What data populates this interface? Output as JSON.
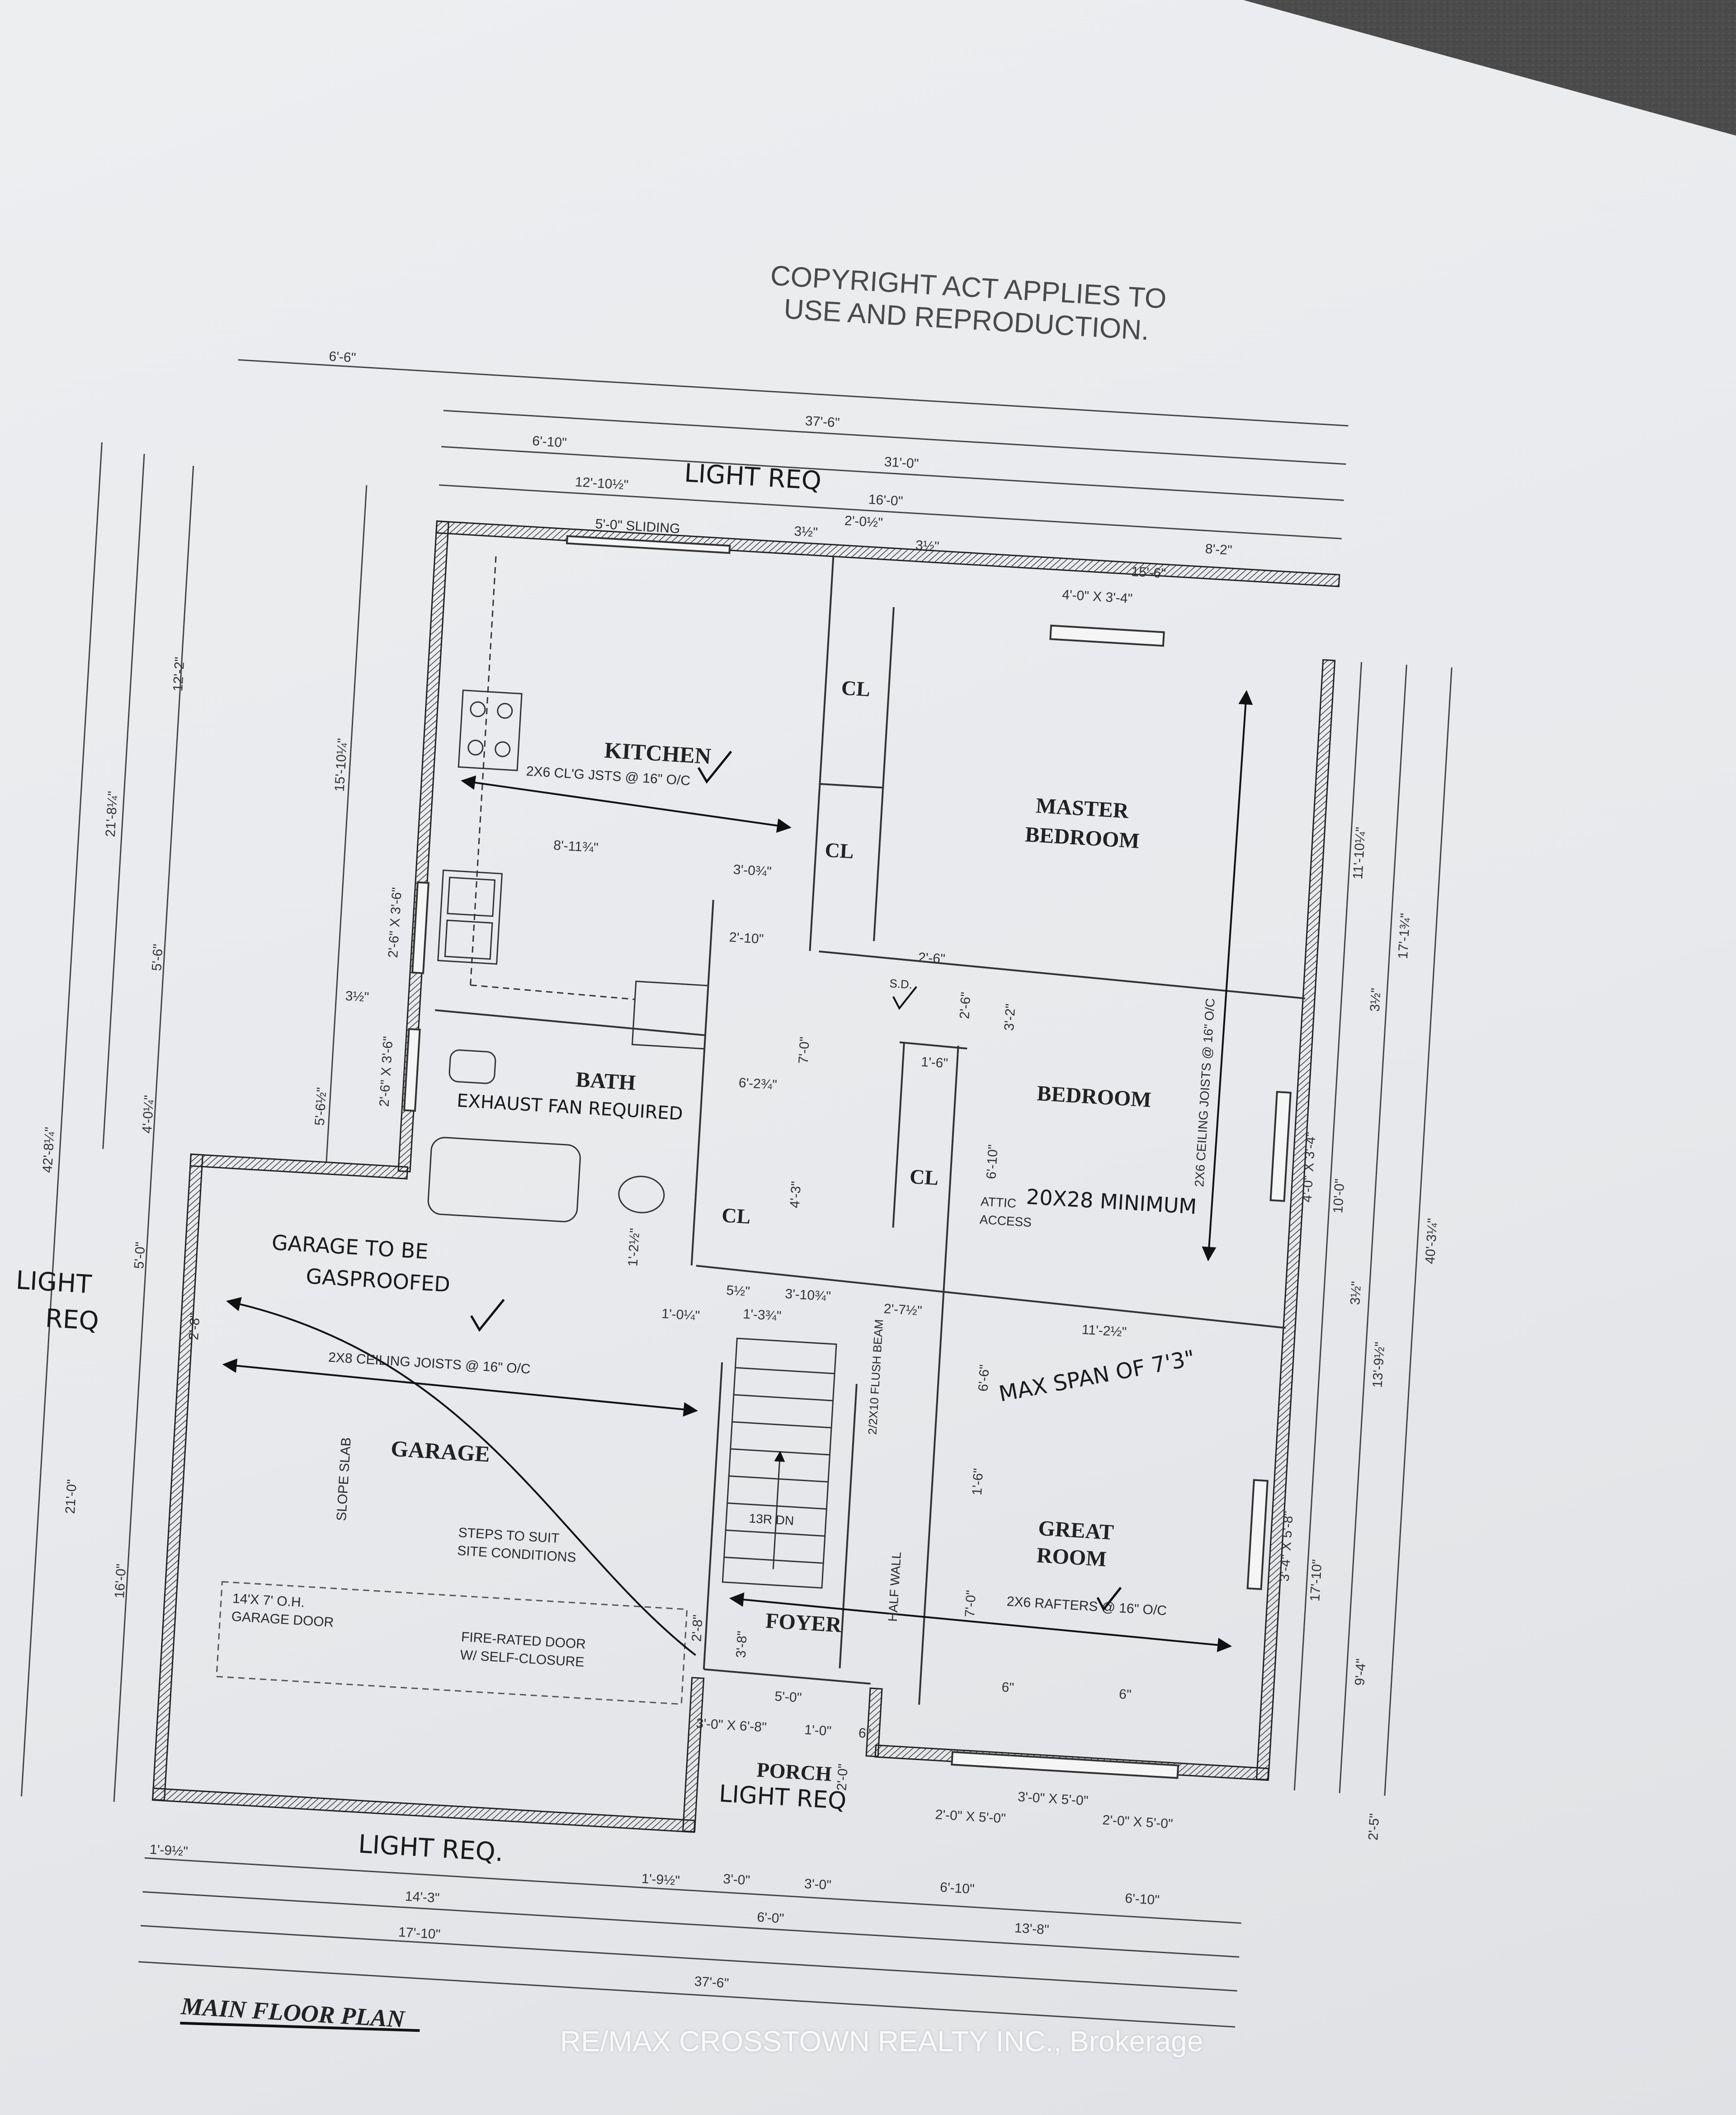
{
  "copyright": {
    "line1": "COPYRIGHT ACT APPLIES TO",
    "line2": "USE AND REPRODUCTION."
  },
  "title": "MAIN FLOOR PLAN",
  "watermark": "RE/MAX CROSSTOWN REALTY INC., Brokerage",
  "rooms": {
    "kitchen": "KITCHEN",
    "master_bedroom_1": "MASTER",
    "master_bedroom_2": "BEDROOM",
    "bedroom": "BEDROOM",
    "bath": "BATH",
    "garage": "GARAGE",
    "great_room_1": "GREAT",
    "great_room_2": "ROOM",
    "foyer": "FOYER",
    "porch": "PORCH",
    "closet": "CL"
  },
  "notes": {
    "sliding": "5'-0\" SLIDING",
    "kitchen_joists": "2X6 CL'G JSTS @ 16\" O/C",
    "garage_joists": "2X8 CEILING JOISTS @ 16\" O/C",
    "great_rafters": "2X6 RAFTERS @ 16\" O/C",
    "ceiling_joists": "2X6 CEILING JOISTS @ 16\" O/C",
    "slope_slab": "SLOPE SLAB",
    "steps_1": "STEPS TO SUIT",
    "steps_2": "SITE CONDITIONS",
    "garage_door_1": "14'X 7' O.H.",
    "garage_door_2": "GARAGE DOOR",
    "fire_door_1": "FIRE-RATED DOOR",
    "fire_door_2": "W/ SELF-CLOSURE",
    "half_wall": "HALF WALL",
    "flush_beam": "2/2X10 FLUSH BEAM",
    "attic_1": "ATTIC",
    "attic_2": "ACCESS",
    "stair": "13R DN",
    "sd": "S.D."
  },
  "handwritten": {
    "light_req_top": "LIGHT REQ",
    "light_req_left_1": "LIGHT",
    "light_req_left_2": "REQ",
    "light_req_porch": "LIGHT REQ",
    "light_req_bottom": "LIGHT REQ.",
    "garage_gas_1": "GARAGE TO BE",
    "garage_gas_2": "GASPROOFED",
    "exhaust": "EXHAUST FAN REQUIRED",
    "attic_min": "20X28 MINIMUM",
    "max_span": "MAX SPAN OF 7'3\""
  },
  "dims": {
    "top_6_6": "6'-6\"",
    "top_37_6": "37'-6\"",
    "top_6_10": "6'-10\"",
    "top_31_0": "31'-0\"",
    "top_12_10": "12'-10½\"",
    "top_16_0": "16'-0\"",
    "top_8_2": "8'-2\"",
    "top_3_5a": "3½\"",
    "top_2_0": "2'-0½\"",
    "top_3_5b": "3½\"",
    "top_15_6": "15'-6\"",
    "win_4x3": "4'-0\" X 3'-4\"",
    "kit_8_11": "8'-11¾\"",
    "kit_3_0": "3'-0¾\"",
    "kit_2_10": "2'-10\"",
    "left_12_2": "12'-2\"",
    "left_21_8": "21'-8¼\"",
    "left_42_8": "42'-8¼\"",
    "left_15_10": "15'-10¼\"",
    "left_5_6": "5'-6\"",
    "left_4_0": "4'-0¼\"",
    "left_5_0": "5'-0\"",
    "left_21_0": "21'-0\"",
    "left_16_0": "16'-0\"",
    "left_5_6b": "5'-6½\"",
    "left_3_5": "3½\"",
    "win_2x3a": "2'-6\" X 3'-6\"",
    "win_2x3b": "2'-6\" X 3'-6\"",
    "right_11_10": "11'-10¼\"",
    "right_17_1": "17'-1¾\"",
    "right_3_5": "3½\"",
    "right_4x3": "4'-0\" X 3'-4\"",
    "right_10_0": "10'-0\"",
    "right_40_3": "40'-3¼\"",
    "right_13_9": "13'-9½\"",
    "right_3_5b": "3½\"",
    "right_3x5": "3'-4\" X 5'-8\"",
    "right_17_10": "17'-10\"",
    "right_9_4": "9'-4\"",
    "right_2_5": "2'-5\"",
    "hall_6_2": "6'-2¾\"",
    "hall_7_0": "7'-0\"",
    "hall_1_6": "1'-6\"",
    "hall_2_6": "2'-6\"",
    "hall_3_2": "3'-2\"",
    "hall_6_10": "6'-10\"",
    "hall_2_6b": "2'-6\"",
    "hall_4_3": "4'-3\"",
    "hall_1_2": "1'-2½\"",
    "hall_5": "5½\"",
    "hall_3_10": "3'-10¾\"",
    "hall_1_0": "1'-0¼\"",
    "hall_1_3": "1'-3¾\"",
    "hall_2_7": "2'-7½\"",
    "hall_11_2": "11'-2½\"",
    "great_6_6": "6'-6\"",
    "great_1_6": "1'-6\"",
    "great_7_0": "7'-0\"",
    "great_6a": "6\"",
    "great_6b": "6\"",
    "garage_2_8": "2'-8\"",
    "foyer_2_8": "2'-8\"",
    "foyer_3_8": "3'-8\"",
    "foyer_5_0": "5'-0\"",
    "porch_door": "3'-0\" X 6'-8\"",
    "porch_1_0": "1'-0\"",
    "porch_6": "6\"",
    "porch_2_0": "2'-0\"",
    "win_3x5": "3'-0\" X 5'-0\"",
    "win_2x5a": "2'-0\" X 5'-0\"",
    "win_2x5b": "2'-0\" X 5'-0\"",
    "bot_1_9a": "1'-9½\"",
    "bot_14_3": "14'-3\"",
    "bot_1_9b": "1'-9½\"",
    "bot_3_0a": "3'-0\"",
    "bot_3_0b": "3'-0\"",
    "bot_6_10a": "6'-10\"",
    "bot_6_10b": "6'-10\"",
    "bot_17_10": "17'-10\"",
    "bot_6_0": "6'-0\"",
    "bot_13_8": "13'-8\"",
    "bot_37_6": "37'-6\""
  },
  "colors": {
    "paper": "#e9ebee",
    "ink": "#2a2a2a",
    "handwriting": "#151515",
    "dark_surface": "#4a4a4a"
  }
}
